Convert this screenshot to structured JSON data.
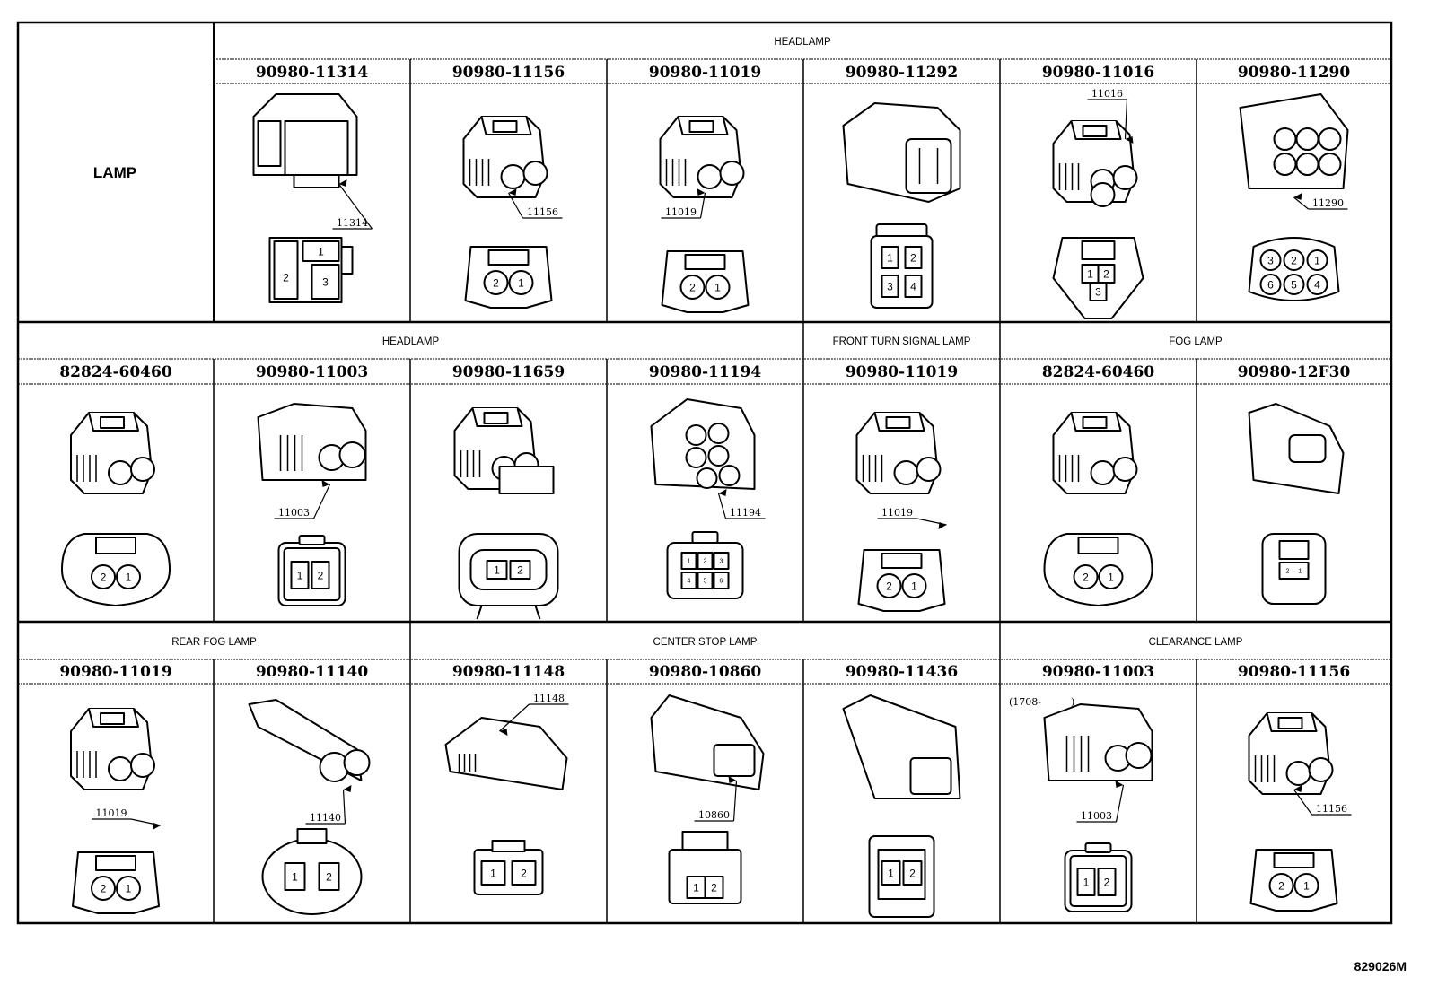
{
  "drawing_code": "829026M",
  "row1": {
    "side_label": "LAMP",
    "groups": [
      {
        "label": "HEADLAMP"
      }
    ],
    "cells": [
      {
        "part": "90980-11314",
        "callout": "11314",
        "pins": [
          "1",
          "2",
          "3"
        ]
      },
      {
        "part": "90980-11156",
        "callout": "11156",
        "pins": [
          "2",
          "1"
        ]
      },
      {
        "part": "90980-11019",
        "callout": "11019",
        "pins": [
          "2",
          "1"
        ]
      },
      {
        "part": "90980-11292",
        "callout": "",
        "pins": [
          "1",
          "2",
          "3",
          "4"
        ]
      },
      {
        "part": "90980-11016",
        "callout": "11016",
        "pins": [
          "1",
          "2",
          "3"
        ]
      },
      {
        "part": "90980-11290",
        "callout": "11290",
        "pins": [
          "3",
          "2",
          "1",
          "6",
          "5",
          "4"
        ]
      }
    ]
  },
  "row2": {
    "groups": [
      {
        "label": "HEADLAMP"
      },
      {
        "label": "FRONT TURN SIGNAL LAMP"
      },
      {
        "label": "FOG LAMP"
      }
    ],
    "cells": [
      {
        "part": "82824-60460",
        "callout": "",
        "pins": [
          "2",
          "1"
        ]
      },
      {
        "part": "90980-11003",
        "callout": "11003",
        "pins": [
          "1",
          "2"
        ]
      },
      {
        "part": "90980-11659",
        "callout": "",
        "pins": [
          "1",
          "2"
        ]
      },
      {
        "part": "90980-11194",
        "callout": "11194",
        "pins": [
          "1",
          "2",
          "3",
          "4",
          "5",
          "6"
        ]
      },
      {
        "part": "90980-11019",
        "callout": "11019",
        "pins": [
          "2",
          "1"
        ]
      },
      {
        "part": "82824-60460",
        "callout": "",
        "pins": [
          "2",
          "1"
        ]
      },
      {
        "part": "90980-12F30",
        "callout": "",
        "pins": [
          "2",
          "1"
        ]
      }
    ]
  },
  "row3": {
    "groups": [
      {
        "label": "REAR FOG LAMP"
      },
      {
        "label": "CENTER STOP LAMP"
      },
      {
        "label": "CLEARANCE LAMP"
      }
    ],
    "cells": [
      {
        "part": "90980-11019",
        "callout": "11019",
        "pins": [
          "2",
          "1"
        ]
      },
      {
        "part": "90980-11140",
        "callout": "11140",
        "pins": [
          "1",
          "2"
        ]
      },
      {
        "part": "90980-11148",
        "callout": "11148",
        "pins": [
          "1",
          "2"
        ]
      },
      {
        "part": "90980-10860",
        "callout": "10860",
        "pins": [
          "1",
          "2"
        ]
      },
      {
        "part": "90980-11436",
        "callout": "",
        "pins": [
          "1",
          "2"
        ]
      },
      {
        "part": "90980-11003",
        "callout": "11003",
        "note": "(1708-   )",
        "pins": [
          "1",
          "2"
        ]
      },
      {
        "part": "90980-11156",
        "callout": "11156",
        "pins": [
          "2",
          "1"
        ]
      }
    ]
  }
}
